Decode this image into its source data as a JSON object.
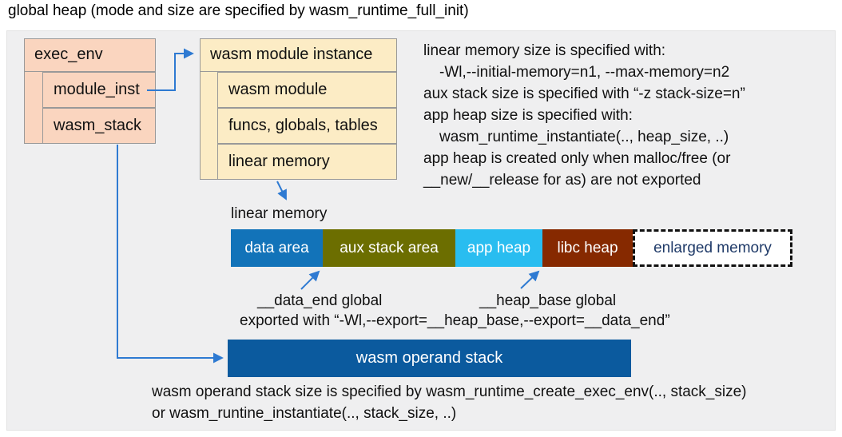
{
  "title": "global heap (mode and size are specified by wasm_runtime_full_init)",
  "colors": {
    "panel_bg": "#efeff0",
    "box_border": "#999999",
    "connector": "#2e7ad2",
    "exec_box_fill": "#fad5bf",
    "module_box_fill": "#fcecc5"
  },
  "exec_env_box": {
    "header": "exec_env",
    "rows": [
      {
        "label": "module_inst"
      },
      {
        "label": "wasm_stack"
      }
    ]
  },
  "module_instance_box": {
    "header": "wasm module instance",
    "rows": [
      {
        "label": "wasm module"
      },
      {
        "label": "funcs, globals, tables"
      },
      {
        "label": "linear memory"
      }
    ]
  },
  "notes_top": {
    "lines": [
      "linear memory size is specified with:",
      "-Wl,--initial-memory=n1, --max-memory=n2",
      "aux stack size is specified with “-z stack-size=n”",
      "app heap size is specified with:",
      "wasm_runtime_instantiate(.., heap_size, ..)",
      "app heap is created only when malloc/free (or",
      "__new/__release for as) are not exported"
    ]
  },
  "linear_memory": {
    "label": "linear memory",
    "segments": [
      {
        "label": "data area",
        "color": "#1273b9",
        "text_color": "#ffffff"
      },
      {
        "label": "aux stack area",
        "color": "#6c6e00",
        "text_color": "#ffffff"
      },
      {
        "label": "app heap",
        "color": "#29bdf0",
        "text_color": "#ffffff"
      },
      {
        "label": "libc heap",
        "color": "#862900",
        "text_color": "#ffffff"
      },
      {
        "label": "enlarged memory",
        "color": "#ffffff",
        "text_color": "#1f3a68",
        "border": "dashed"
      }
    ]
  },
  "annotations": {
    "data_end_label": "__data_end global",
    "heap_base_label": "__heap_base global",
    "exported_line": "exported with “-Wl,--export=__heap_base,--export=__data_end”"
  },
  "operand_stack": {
    "label": "wasm operand stack",
    "color": "#0b5a9e",
    "text_color": "#ffffff"
  },
  "notes_bottom": {
    "lines": [
      "wasm operand stack size is specified by wasm_runtime_create_exec_env(.., stack_size)",
      "or wasm_runtine_instantiate(.., stack_size, ..)"
    ]
  }
}
